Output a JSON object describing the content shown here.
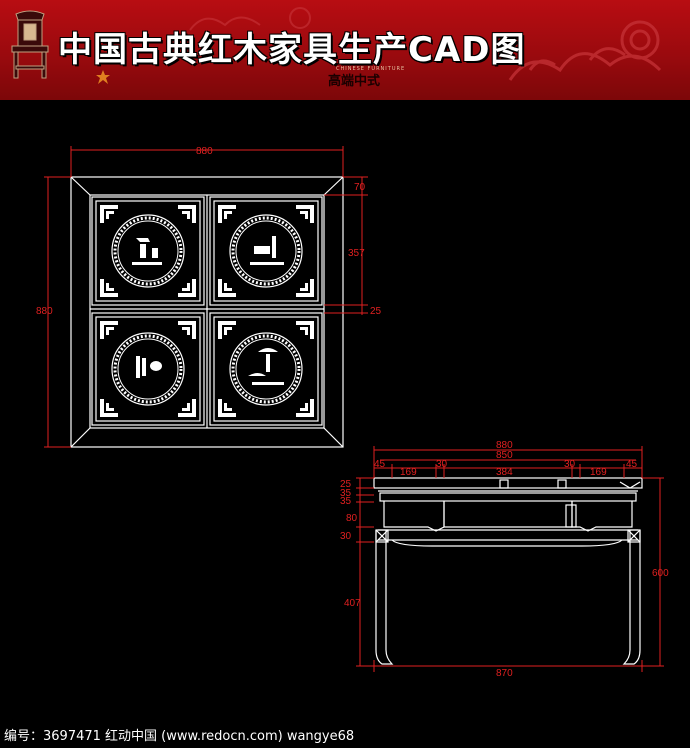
{
  "header": {
    "title": "中国古典红木家具生产CAD图",
    "subtitle": "高端中式",
    "tagline": "CHINESE FURNITURE"
  },
  "footer": {
    "text": "编号：3697471    红动中国 (www.redocn.com)    wangye68"
  },
  "plan_view": {
    "width_label": "880",
    "height_label": "880",
    "frame_label": "70",
    "panel_label": "357",
    "gap_label": "25"
  },
  "elevation_view": {
    "overall_width": "880",
    "inner_width": "850",
    "segments": [
      "45",
      "169",
      "30",
      "384",
      "30",
      "169",
      "45"
    ],
    "left_dims": [
      "25",
      "35",
      "35",
      "80",
      "30",
      "407"
    ],
    "height": "600",
    "base_width": "870"
  },
  "colors": {
    "banner": "#a80b10",
    "line": "#ffffff",
    "dimension": "#e02020"
  }
}
